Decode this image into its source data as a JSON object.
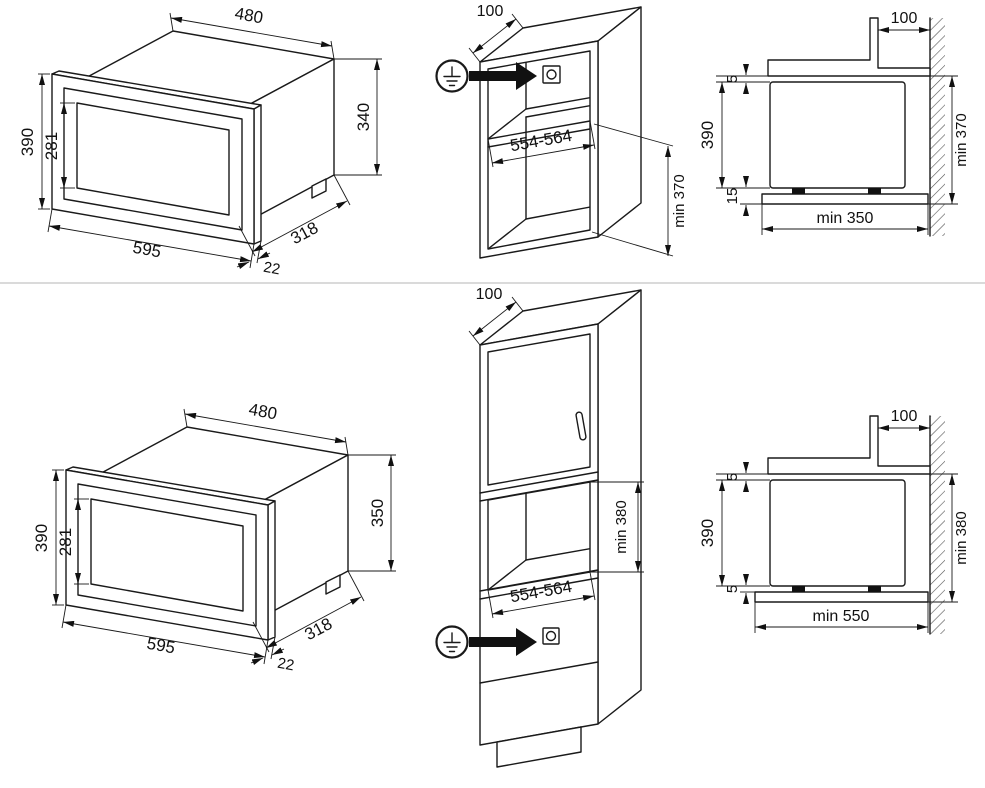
{
  "colors": {
    "ink": "#1a1a1a",
    "background": "#ffffff"
  },
  "drawing": {
    "top": {
      "oven": {
        "top_width": "480",
        "front_height": "390",
        "door_height": "281",
        "body_height": "340",
        "front_width": "595",
        "frame_depth": "22",
        "body_depth": "318"
      },
      "cabinet": {
        "vent_gap": "100",
        "niche_width": "554-564",
        "niche_height": "min 370"
      },
      "section": {
        "vent_gap": "100",
        "top_gap": "5",
        "oven_height": "390",
        "bottom_gap": "15",
        "niche_height": "min 370",
        "min_depth": "min 350"
      }
    },
    "bottom": {
      "oven": {
        "top_width": "480",
        "front_height": "390",
        "door_height": "281",
        "body_height": "350",
        "front_width": "595",
        "frame_depth": "22",
        "body_depth": "318"
      },
      "cabinet": {
        "vent_gap": "100",
        "niche_width": "554-564",
        "niche_height": "min 380"
      },
      "section": {
        "vent_gap": "100",
        "top_gap": "5",
        "oven_height": "390",
        "bottom_gap": "5",
        "niche_height": "min 380",
        "min_depth": "min 550"
      }
    }
  }
}
